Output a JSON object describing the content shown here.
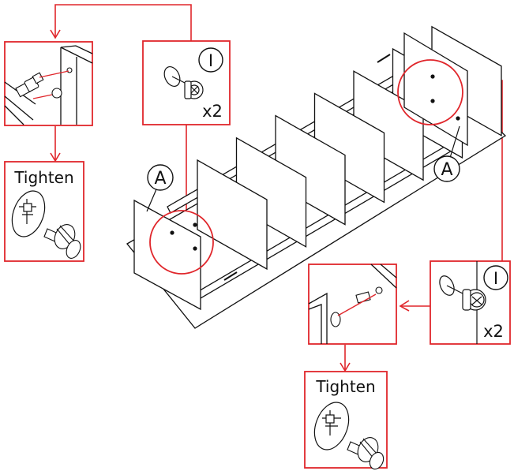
{
  "colors": {
    "accent": "#e0262b",
    "line": "#111111",
    "paper": "#ffffff"
  },
  "labels": {
    "part_a_left": "A",
    "part_a_right": "A",
    "part_i_top": "I",
    "part_i_right": "I",
    "qty_top": "x2",
    "qty_right": "x2",
    "tighten_left": "Tighten",
    "tighten_bottom": "Tighten"
  },
  "icons": {
    "cam_lock": "cam-lock-icon",
    "screwdriver": "screwdriver-icon",
    "dowel": "cam-dowel-icon",
    "rotate": "rotate-arrow-icon"
  }
}
